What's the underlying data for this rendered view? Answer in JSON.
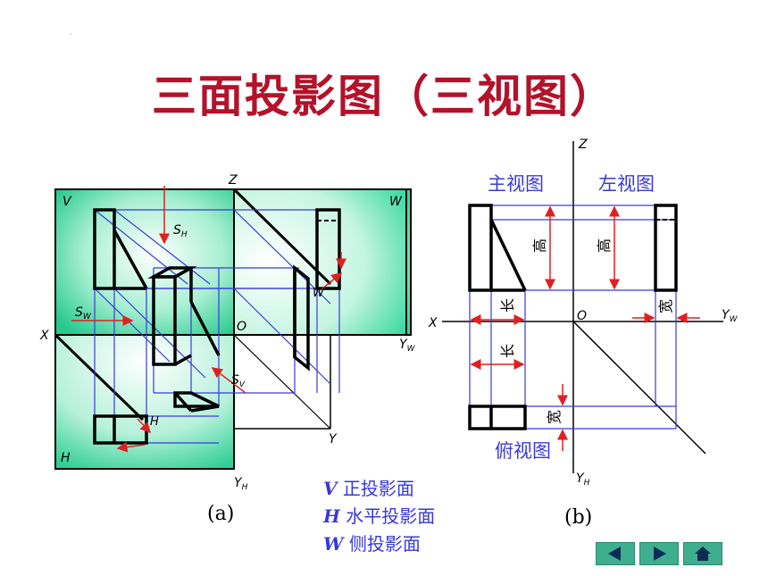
{
  "title": "三面投影图（三视图）",
  "fig_a": {
    "plane_V": "V",
    "plane_W": "W",
    "plane_H": "H",
    "axis_X": "X",
    "axis_Z": "Z",
    "axis_O": "O",
    "axis_Y": "Y",
    "axis_YW": "Y",
    "axis_YW_sub": "W",
    "axis_YH": "Y",
    "axis_YH_sub": "H",
    "sh": "S",
    "sh_sub": "H",
    "sw": "S",
    "sw_sub": "W",
    "sv": "S",
    "sv_sub": "V",
    "label_W_small": "W",
    "label_H_small": "H",
    "caption": "(a)"
  },
  "fig_b": {
    "axis_Z": "Z",
    "axis_X": "X",
    "axis_O": "O",
    "axis_YW": "Y",
    "axis_YW_sub": "W",
    "axis_YH": "Y",
    "axis_YH_sub": "H",
    "front_view": "主视图",
    "left_view": "左视图",
    "top_view": "俯视图",
    "height1": "高",
    "height2": "高",
    "length1": "长",
    "length2": "长",
    "width1": "宽",
    "width2": "宽",
    "caption": "(b)"
  },
  "legend": [
    {
      "key": "V",
      "text": "正投影面"
    },
    {
      "key": "H",
      "text": "水平投影面"
    },
    {
      "key": "W",
      "text": "侧投影面"
    }
  ],
  "colors": {
    "title": "#b3122a",
    "projection_lines": "#3a3ad8",
    "arrows": "#e02020",
    "plane_fill": "#3cd9a3",
    "nav_buttons": "#3fae8f"
  },
  "nav": {
    "prev_icon": "left-arrow-icon",
    "next_icon": "right-arrow-icon",
    "home_icon": "home-icon"
  }
}
